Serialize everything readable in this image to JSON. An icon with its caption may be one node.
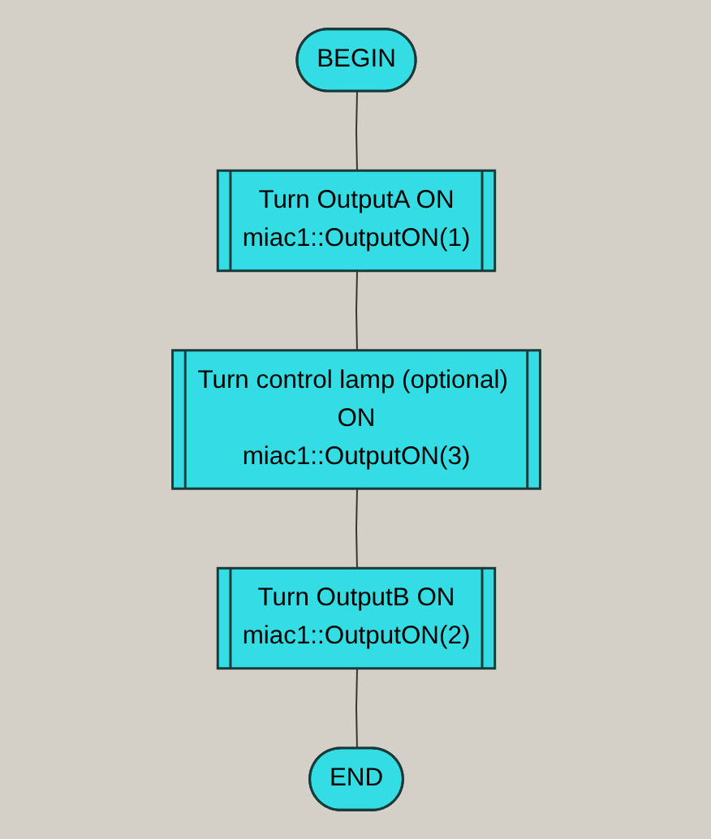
{
  "diagram": {
    "nodes": [
      {
        "text": [
          "BEGIN"
        ]
      },
      {
        "text": [],
        "shape": "box",
        "beside": [
          "Turn OutputA ON",
          "miac1::OutputON(1)"
        ]
      },
      {
        "text": [],
        "shape": "box",
        "beside": [
          "Turn control lamp (optional) ON",
          "miac1::OutputON(3)"
        ]
      },
      {
        "text": [],
        "shape": "box",
        "beside": [
          "Turn OutputB ON",
          "miac1::OutputON(2)"
        ]
      },
      {
        "text": [
          "END"
        ]
      }
    ],
    "edges": [
      {
        "from": 0,
        "to": 1,
        "arrow": "none"
      },
      {
        "from": 1,
        "to": 2,
        "arrow": "none"
      },
      {
        "from": 2,
        "to": 3,
        "arrow": "none"
      },
      {
        "from": 3,
        "to": 4,
        "arrow": "none"
      }
    ]
  }
}
